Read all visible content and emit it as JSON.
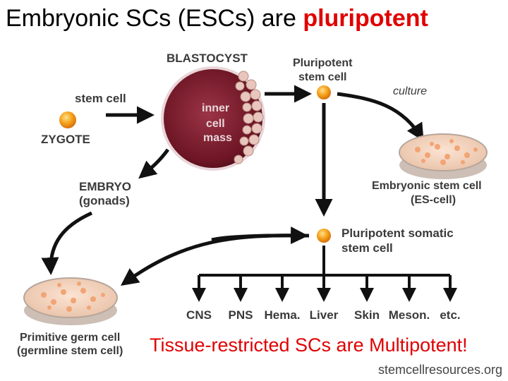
{
  "title": {
    "prefix": "Embryonic SCs (ESCs) are ",
    "accent": "pluripotent"
  },
  "diagram": {
    "blastocyst": "BLASTOCYST",
    "inner_cell_mass": [
      "inner",
      "cell",
      "mass"
    ],
    "stem_cell": "stem cell",
    "zygote": "ZYGOTE",
    "pluripotent_stem_cell": [
      "Pluripotent",
      "stem cell"
    ],
    "culture": "culture",
    "embryo": [
      "EMBRYO",
      "(gonads)"
    ],
    "es_cell": [
      "Embryonic stem cell",
      "(ES-cell)"
    ],
    "pluripotent_somatic": [
      "Pluripotent somatic",
      "stem cell"
    ],
    "germ_cell": [
      "Primitive germ cell",
      "(germline stem cell)"
    ],
    "lineages": [
      "CNS",
      "PNS",
      "Hema.",
      "Liver",
      "Skin",
      "Meson.",
      "etc."
    ]
  },
  "bottom_note": "Tissue-restricted SCs are Multipotent!",
  "source": "stemcellresources.org",
  "colors": {
    "accent": "#e00000",
    "blastocyst": "#7a1b2a",
    "dish_cells": "#f2a474",
    "cell_orange": "#f5a21b"
  }
}
